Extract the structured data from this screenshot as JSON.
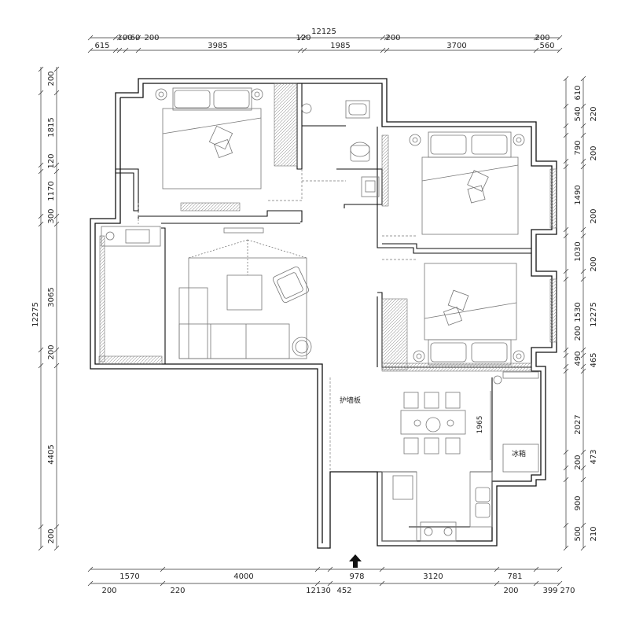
{
  "colors": {
    "ink": "#111111",
    "dim": "#333333",
    "furniture": "#777777",
    "hatch": "#9a9a9a"
  },
  "top": {
    "total": "12125",
    "row1": [
      "615",
      "100",
      "60",
      "200",
      "3985",
      "120",
      "1985",
      "200",
      "3700",
      "200",
      "560"
    ]
  },
  "bottom": {
    "total": "12130",
    "row1": [
      "1570",
      "4000",
      "978",
      "3120",
      "781"
    ],
    "row2": [
      "200",
      "220",
      "452",
      "200",
      "399",
      "270"
    ]
  },
  "left": {
    "total": "12275",
    "row1": [
      "200",
      "1815",
      "120",
      "1170",
      "300",
      "3065",
      "200",
      "4405",
      "200"
    ]
  },
  "right": {
    "total": "12275",
    "row1": [
      "610",
      "540",
      "220",
      "790",
      "200",
      "1490",
      "200",
      "1030",
      "200",
      "1530",
      "200",
      "490",
      "465",
      "2027",
      "473",
      "200",
      "900",
      "500",
      "210"
    ]
  },
  "labels": {
    "guard": "护墙板",
    "fridge": "冰箱",
    "dining": "1965"
  },
  "icons": [
    "entrance-arrow-icon",
    "bed-icon",
    "sofa-icon",
    "armchair-icon",
    "dining-table-icon",
    "toilet-icon",
    "sink-icon",
    "stove-icon",
    "plant-icon"
  ]
}
